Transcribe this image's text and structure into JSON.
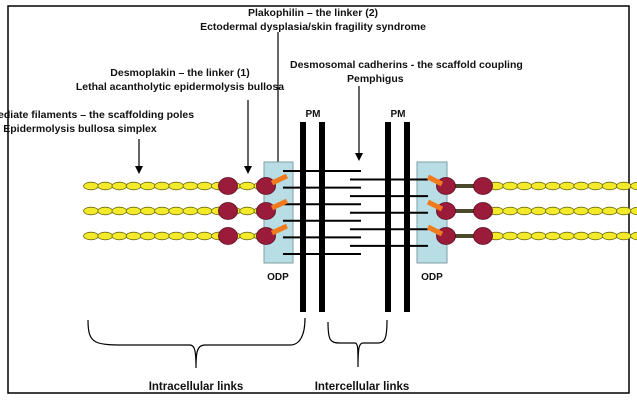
{
  "labels": {
    "plakophilin": {
      "title": "Plakophilin – the linker (2)",
      "disease": "Ectodermal dysplasia/skin fragility syndrome"
    },
    "desmoplakin": {
      "title": "Desmoplakin – the linker (1)",
      "disease": "Lethal acantholytic epidermolysis bullosa"
    },
    "intermediate_filaments": {
      "title": "Intermediate filaments – the scaffolding poles",
      "disease": "Epidermolysis bullosa simplex"
    },
    "cadherins": {
      "title": "Desmosomal cadherins - the scaffold coupling",
      "disease": "Pemphigus"
    },
    "pm_left": "PM",
    "pm_right": "PM",
    "odp_left": "ODP",
    "odp_right": "ODP",
    "intracellular": "Intracellular links",
    "intercellular": "Intercellular links"
  },
  "colors": {
    "filament_fill": "#f2ea2a",
    "filament_stroke": "#6b6a10",
    "globule_fill": "#9b1b3a",
    "globule_stroke": "#5c0d22",
    "plakophilin": "#f07a1c",
    "odp_box": "#b9dde4",
    "odp_box_stroke": "#7e9fa7",
    "linker_rod": "#4a4a2a",
    "membrane": "#000000"
  },
  "structure": {
    "filament_rows": 3,
    "filament_beads_per_row": 13,
    "left_cadherin_count": 6,
    "right_cadherin_count": 5
  }
}
